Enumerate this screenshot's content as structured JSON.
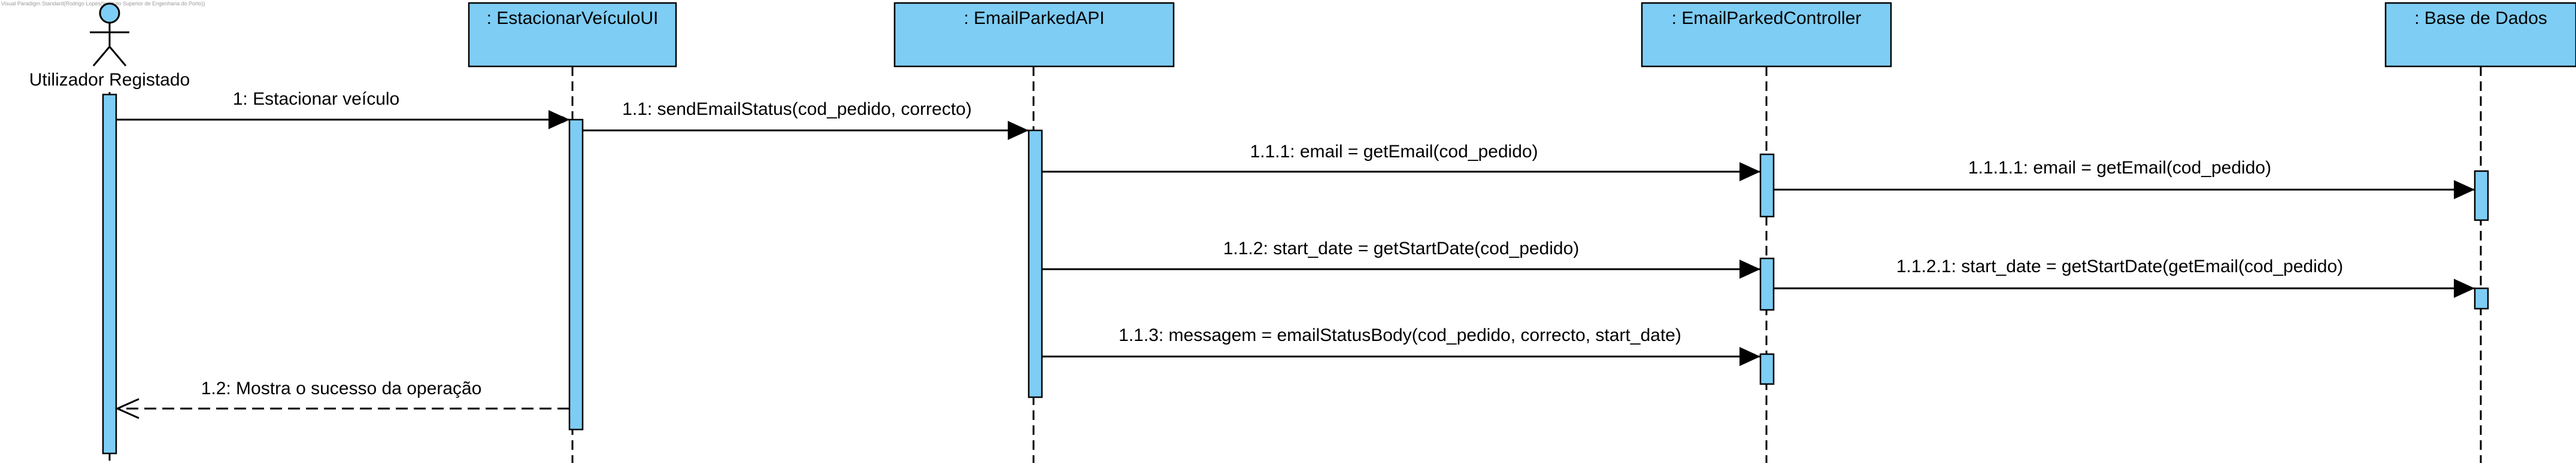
{
  "watermark": "Visual Paradigm Standard(Rodrigo Lopes(Instituto Superior de Engenharia do Porto))",
  "colors": {
    "box_fill": "#7ecdf4",
    "activation_fill": "#7ecdf4",
    "line": "#000000",
    "background": "#ffffff"
  },
  "actor": {
    "name": "Utilizador Registado",
    "icon": "stick-figure-icon"
  },
  "lifelines": [
    {
      "id": "ui",
      "label": ": EstacionarVeículoUI"
    },
    {
      "id": "api",
      "label": ": EmailParkedAPI"
    },
    {
      "id": "ctrl",
      "label": ": EmailParkedController"
    },
    {
      "id": "db",
      "label": ": Base de Dados"
    }
  ],
  "messages": [
    {
      "id": "m1",
      "label": "1: Estacionar veículo",
      "from": "actor",
      "to": "ui",
      "kind": "sync"
    },
    {
      "id": "m11",
      "label": "1.1: sendEmailStatus(cod_pedido, correcto)",
      "from": "ui",
      "to": "api",
      "kind": "sync"
    },
    {
      "id": "m111",
      "label": "1.1.1: email = getEmail(cod_pedido)",
      "from": "api",
      "to": "ctrl",
      "kind": "sync"
    },
    {
      "id": "m1111",
      "label": "1.1.1.1: email = getEmail(cod_pedido)",
      "from": "ctrl",
      "to": "db",
      "kind": "sync"
    },
    {
      "id": "m112",
      "label": "1.1.2: start_date = getStartDate(cod_pedido)",
      "from": "api",
      "to": "ctrl",
      "kind": "sync"
    },
    {
      "id": "m1121",
      "label": "1.1.2.1: start_date = getStartDate(getEmail(cod_pedido)",
      "from": "ctrl",
      "to": "db",
      "kind": "sync"
    },
    {
      "id": "m113",
      "label": "1.1.3: messagem = emailStatusBody(cod_pedido, correcto, start_date)",
      "from": "api",
      "to": "ctrl",
      "kind": "sync"
    },
    {
      "id": "m12",
      "label": "1.2: Mostra o sucesso da operação",
      "from": "ui",
      "to": "actor",
      "kind": "return"
    }
  ]
}
